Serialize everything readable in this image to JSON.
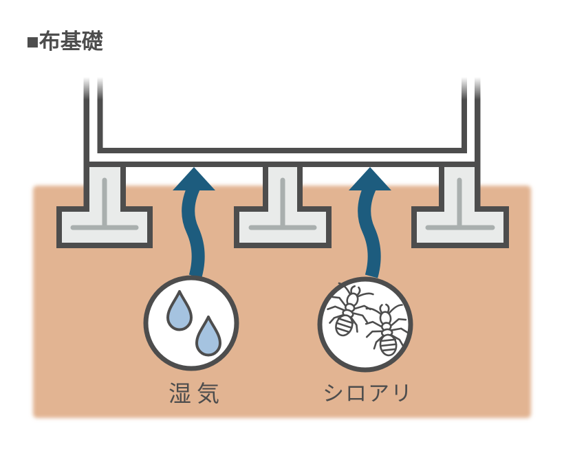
{
  "title": "■布基礎",
  "colors": {
    "outline": "#4D4D4D",
    "soil": "#E2B492",
    "teal": "#1D5C7E",
    "pier": "#E9EBEA",
    "pier_detail": "#A9AFAE",
    "drop": "#A5C3E0",
    "bubble": "#FFFFFF",
    "bg": "#FFFFFF"
  },
  "diagram": {
    "type": "strip-foundation-cross-section",
    "hazards": [
      {
        "id": "moisture",
        "label": "湿気",
        "icon": "water-drops-icon"
      },
      {
        "id": "termites",
        "label": "シロアリ",
        "icon": "termite-icon"
      }
    ]
  }
}
